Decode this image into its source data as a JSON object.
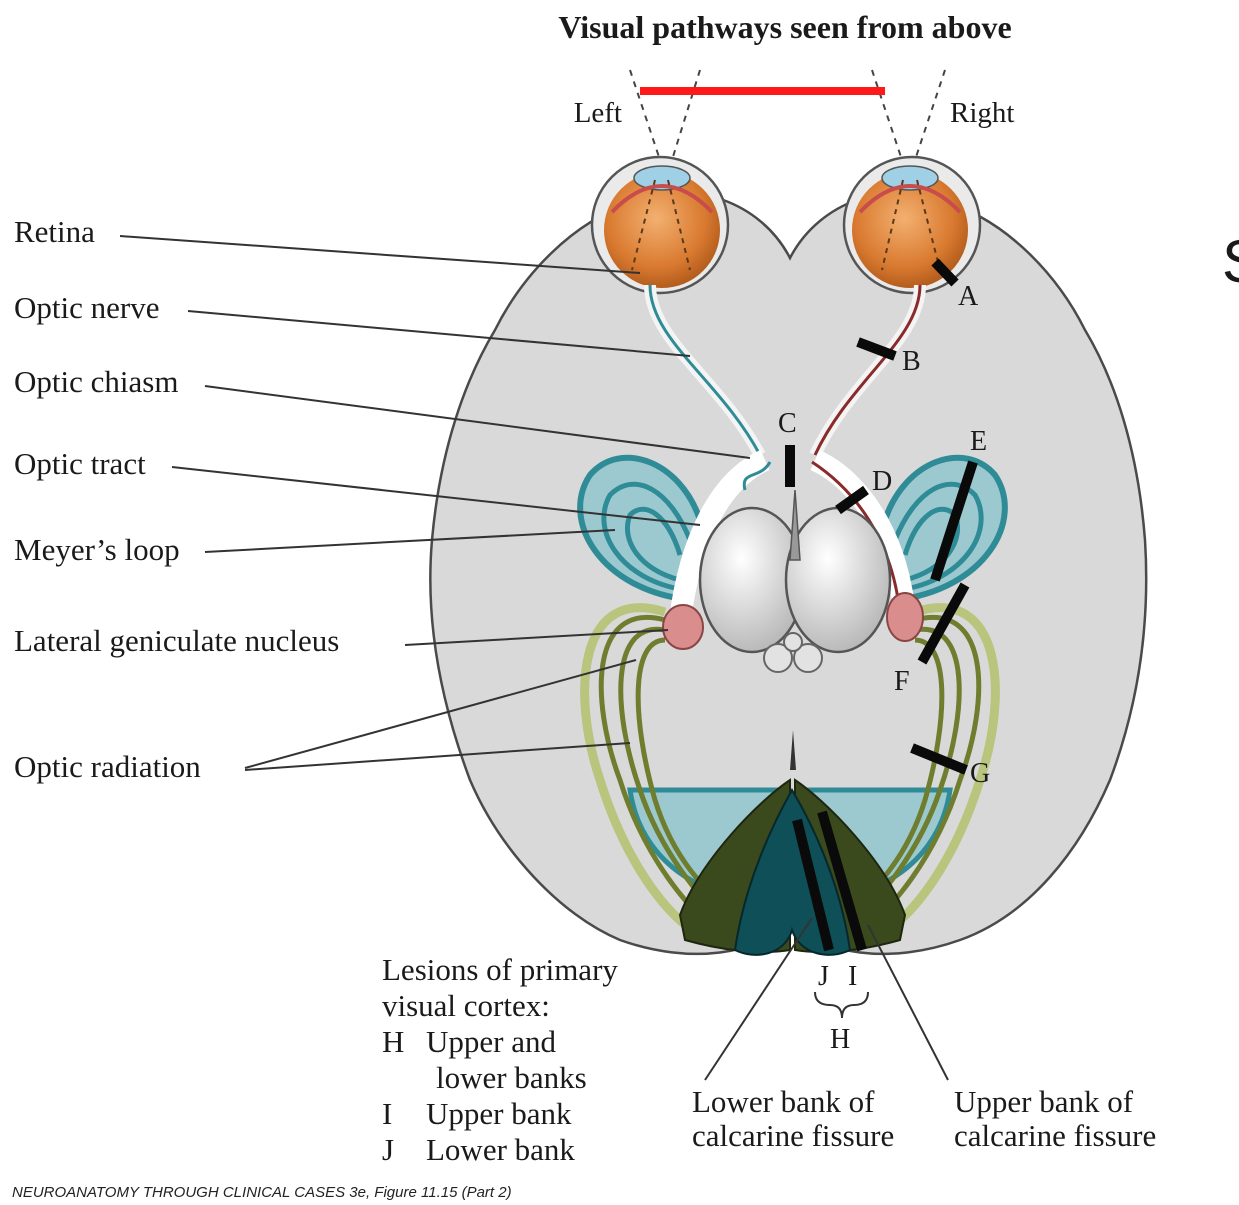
{
  "title": "Visual pathways seen from above",
  "sides": {
    "left": "Left",
    "right": "Right"
  },
  "structures": [
    {
      "id": "retina",
      "label": "Retina"
    },
    {
      "id": "optic-nerve",
      "label": "Optic nerve"
    },
    {
      "id": "optic-chiasm",
      "label": "Optic chiasm"
    },
    {
      "id": "optic-tract",
      "label": "Optic tract"
    },
    {
      "id": "meyers-loop",
      "label": "Meyer’s loop"
    },
    {
      "id": "lgn",
      "label": "Lateral geniculate nucleus"
    },
    {
      "id": "optic-radiation",
      "label": "Optic radiation"
    }
  ],
  "lesion_letters": [
    "A",
    "B",
    "C",
    "D",
    "E",
    "F",
    "G",
    "J",
    "I",
    "H"
  ],
  "cortex_legend": {
    "heading_1": "Lesions of primary",
    "heading_2": "visual cortex:",
    "items": [
      {
        "key": "H",
        "text": "Upper and",
        "text2": "lower banks"
      },
      {
        "key": "I",
        "text": "Upper bank",
        "text2": ""
      },
      {
        "key": "J",
        "text": "Lower bank",
        "text2": ""
      }
    ]
  },
  "calcarine": {
    "lower_1": "Lower bank of",
    "lower_2": "calcarine fissure",
    "upper_1": "Upper bank of",
    "upper_2": "calcarine fissure"
  },
  "edge_glyph": "S",
  "caption": "NEUROANATOMY THROUGH CLINICAL CASES 3e, Figure 11.15 (Part 2)",
  "colors": {
    "brain": "#d9d9d9",
    "teal": "#2f8c97",
    "teal_light": "#9cc9cf",
    "olive": "#6f7d2e",
    "olive_light": "#b9c47c",
    "dark_green": "#3a4a1c",
    "dark_teal": "#0f4f57",
    "eye": "#d97a30",
    "lgn": "#d98d8d",
    "highlight": "#ff1a1a"
  }
}
